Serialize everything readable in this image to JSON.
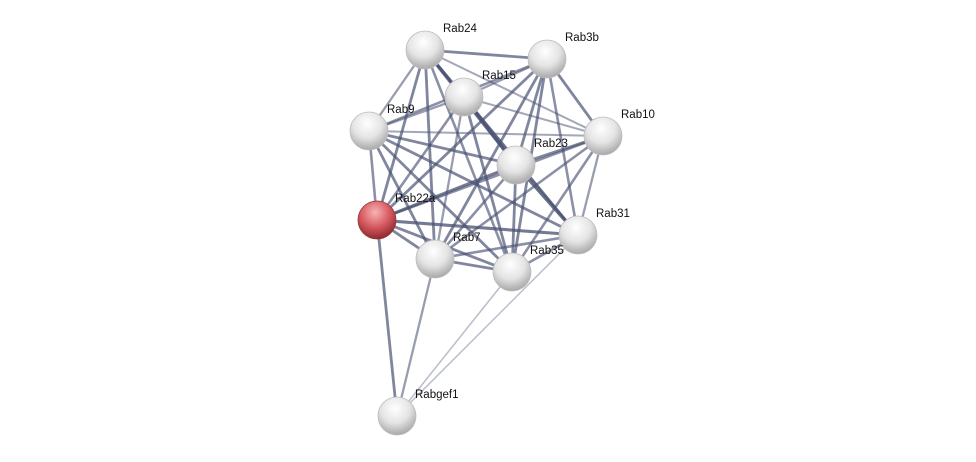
{
  "network": {
    "query_color": "#d9595e",
    "node_color": "#e6e6e6",
    "edge_color": "#4a5273",
    "nodes": [
      {
        "id": "Rab24",
        "label": "Rab24",
        "query": false
      },
      {
        "id": "Rab3b",
        "label": "Rab3b",
        "query": false
      },
      {
        "id": "Rab15",
        "label": "Rab15",
        "query": false
      },
      {
        "id": "Rab9",
        "label": "Rab9",
        "query": false
      },
      {
        "id": "Rab10",
        "label": "Rab10",
        "query": false
      },
      {
        "id": "Rab23",
        "label": "Rab23",
        "query": false
      },
      {
        "id": "Rab22a",
        "label": "Rab22a",
        "query": true
      },
      {
        "id": "Rab31",
        "label": "Rab31",
        "query": false
      },
      {
        "id": "Rab7",
        "label": "Rab7",
        "query": false
      },
      {
        "id": "Rab35",
        "label": "Rab35",
        "query": false
      },
      {
        "id": "Rabgef1",
        "label": "Rabgef1",
        "query": false
      }
    ],
    "edges": [
      [
        "Rab24",
        "Rab3b",
        0.7
      ],
      [
        "Rab24",
        "Rab15",
        0.9
      ],
      [
        "Rab24",
        "Rab9",
        0.5
      ],
      [
        "Rab24",
        "Rab10",
        0.4
      ],
      [
        "Rab24",
        "Rab23",
        0.8
      ],
      [
        "Rab24",
        "Rab22a",
        0.7
      ],
      [
        "Rab24",
        "Rab7",
        0.7
      ],
      [
        "Rab24",
        "Rab35",
        0.6
      ],
      [
        "Rab24",
        "Rab31",
        0.5
      ],
      [
        "Rab3b",
        "Rab15",
        0.5
      ],
      [
        "Rab3b",
        "Rab9",
        0.6
      ],
      [
        "Rab3b",
        "Rab10",
        0.7
      ],
      [
        "Rab3b",
        "Rab23",
        0.7
      ],
      [
        "Rab3b",
        "Rab22a",
        0.7
      ],
      [
        "Rab3b",
        "Rab7",
        0.7
      ],
      [
        "Rab3b",
        "Rab35",
        0.7
      ],
      [
        "Rab3b",
        "Rab31",
        0.6
      ],
      [
        "Rab15",
        "Rab9",
        0.5
      ],
      [
        "Rab15",
        "Rab10",
        0.4
      ],
      [
        "Rab15",
        "Rab23",
        0.9
      ],
      [
        "Rab15",
        "Rab22a",
        0.6
      ],
      [
        "Rab15",
        "Rab7",
        0.5
      ],
      [
        "Rab15",
        "Rab35",
        0.7
      ],
      [
        "Rab15",
        "Rab31",
        0.6
      ],
      [
        "Rab9",
        "Rab10",
        0.4
      ],
      [
        "Rab9",
        "Rab23",
        0.7
      ],
      [
        "Rab9",
        "Rab22a",
        0.6
      ],
      [
        "Rab9",
        "Rab7",
        0.7
      ],
      [
        "Rab9",
        "Rab35",
        0.7
      ],
      [
        "Rab9",
        "Rab31",
        0.7
      ],
      [
        "Rab10",
        "Rab23",
        0.7
      ],
      [
        "Rab10",
        "Rab22a",
        0.6
      ],
      [
        "Rab10",
        "Rab7",
        0.6
      ],
      [
        "Rab10",
        "Rab35",
        0.6
      ],
      [
        "Rab10",
        "Rab31",
        0.5
      ],
      [
        "Rab23",
        "Rab22a",
        0.8
      ],
      [
        "Rab23",
        "Rab7",
        0.6
      ],
      [
        "Rab23",
        "Rab35",
        0.7
      ],
      [
        "Rab23",
        "Rab31",
        0.9
      ],
      [
        "Rab22a",
        "Rab31",
        0.8
      ],
      [
        "Rab22a",
        "Rab7",
        0.7
      ],
      [
        "Rab22a",
        "Rab35",
        0.7
      ],
      [
        "Rab31",
        "Rab7",
        0.6
      ],
      [
        "Rab31",
        "Rab35",
        0.6
      ],
      [
        "Rab7",
        "Rab35",
        0.7
      ],
      [
        "Rabgef1",
        "Rab22a",
        0.7
      ],
      [
        "Rabgef1",
        "Rab7",
        0.5
      ],
      [
        "Rabgef1",
        "Rab35",
        0.2
      ],
      [
        "Rabgef1",
        "Rab31",
        0.2
      ]
    ]
  }
}
